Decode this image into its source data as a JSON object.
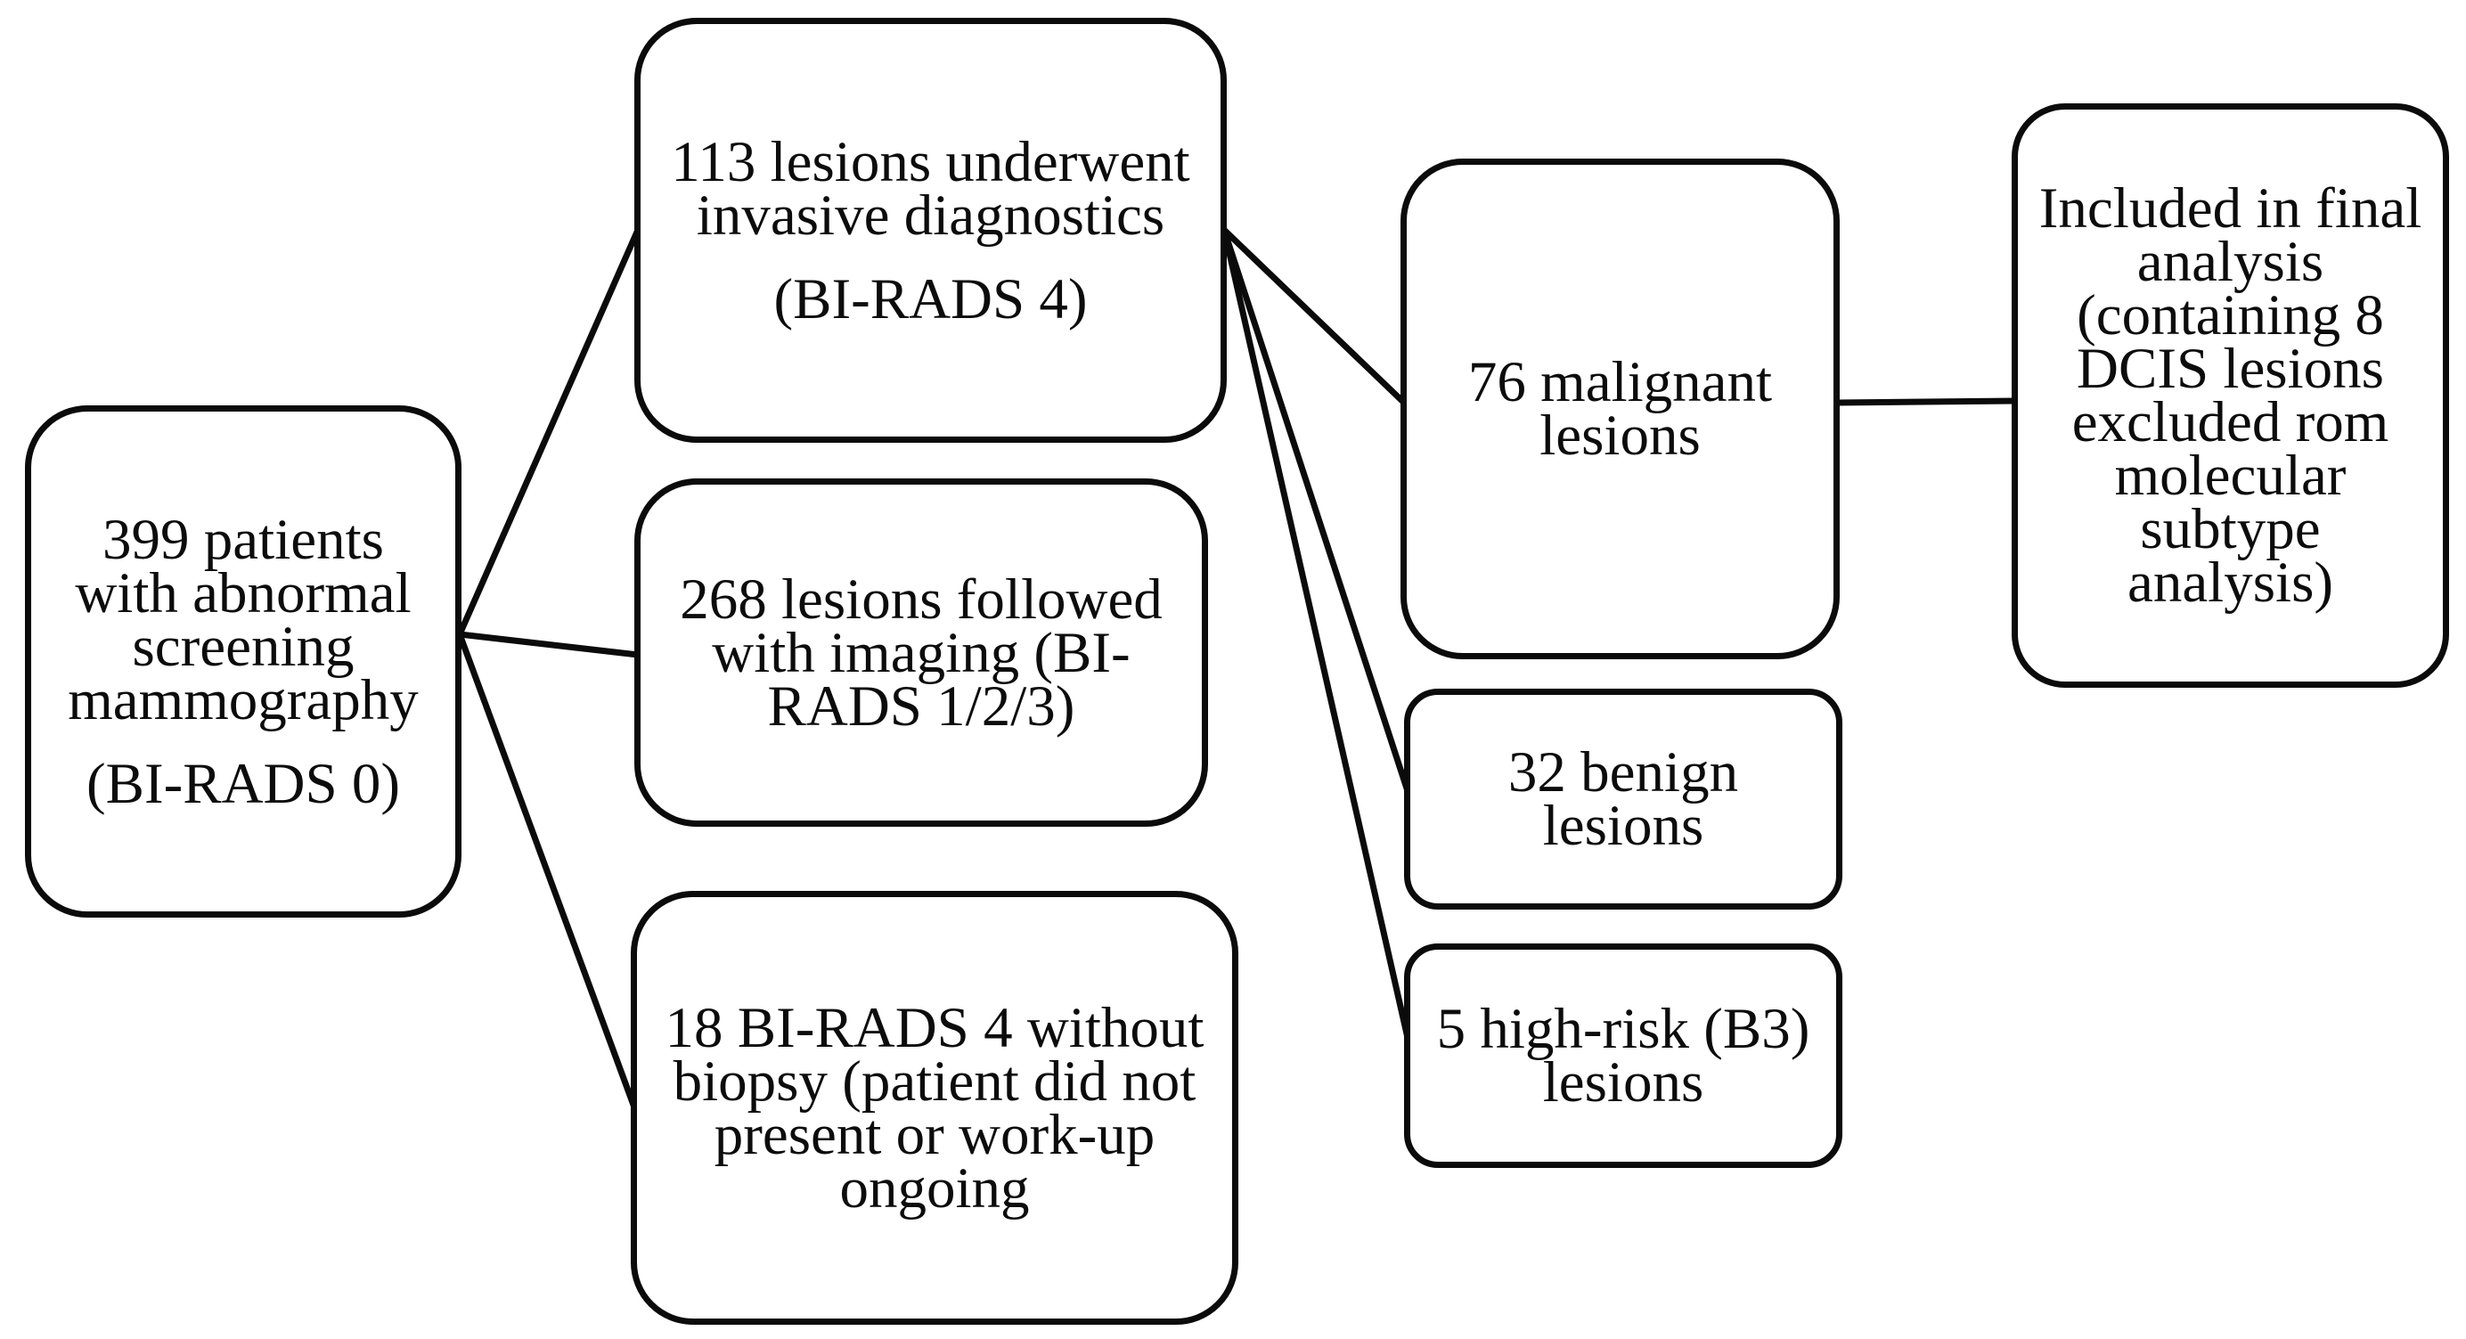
{
  "figure": {
    "type": "flowchart",
    "background_color": "#ffffff",
    "box_border_color": "#0b0b0b",
    "connector_color": "#0b0b0b",
    "text_color": "#0c0c0c"
  },
  "nodes": {
    "patients": {
      "lines": [
        "399 patients",
        "with abnormal",
        "screening",
        "mammography"
      ],
      "sub": "(BI-RADS 0)"
    },
    "invasive": {
      "lines": [
        "113 lesions underwent",
        "invasive diagnostics"
      ],
      "sub": "(BI-RADS 4)"
    },
    "followed": {
      "lines": [
        "268 lesions followed",
        "with imaging (BI-",
        "RADS 1/2/3)"
      ]
    },
    "no_biopsy": {
      "lines": [
        "18 BI-RADS 4 without",
        "biopsy (patient did not",
        "present or work-up",
        "ongoing"
      ]
    },
    "malignant": {
      "lines": [
        "76 malignant",
        "lesions"
      ]
    },
    "benign": {
      "lines": [
        "32 benign",
        "lesions"
      ]
    },
    "high_risk": {
      "lines": [
        "5 high-risk (B3)",
        "lesions"
      ]
    },
    "final_analysis": {
      "lines": [
        "Included in final",
        "analysis",
        "(containing 8",
        "DCIS lesions",
        "excluded rom",
        "molecular",
        "subtype",
        "analysis)"
      ]
    }
  },
  "edges": [
    {
      "from": "patients",
      "to": "invasive"
    },
    {
      "from": "patients",
      "to": "followed"
    },
    {
      "from": "patients",
      "to": "no_biopsy"
    },
    {
      "from": "invasive",
      "to": "malignant"
    },
    {
      "from": "invasive",
      "to": "benign"
    },
    {
      "from": "invasive",
      "to": "high_risk"
    },
    {
      "from": "malignant",
      "to": "final_analysis"
    }
  ]
}
